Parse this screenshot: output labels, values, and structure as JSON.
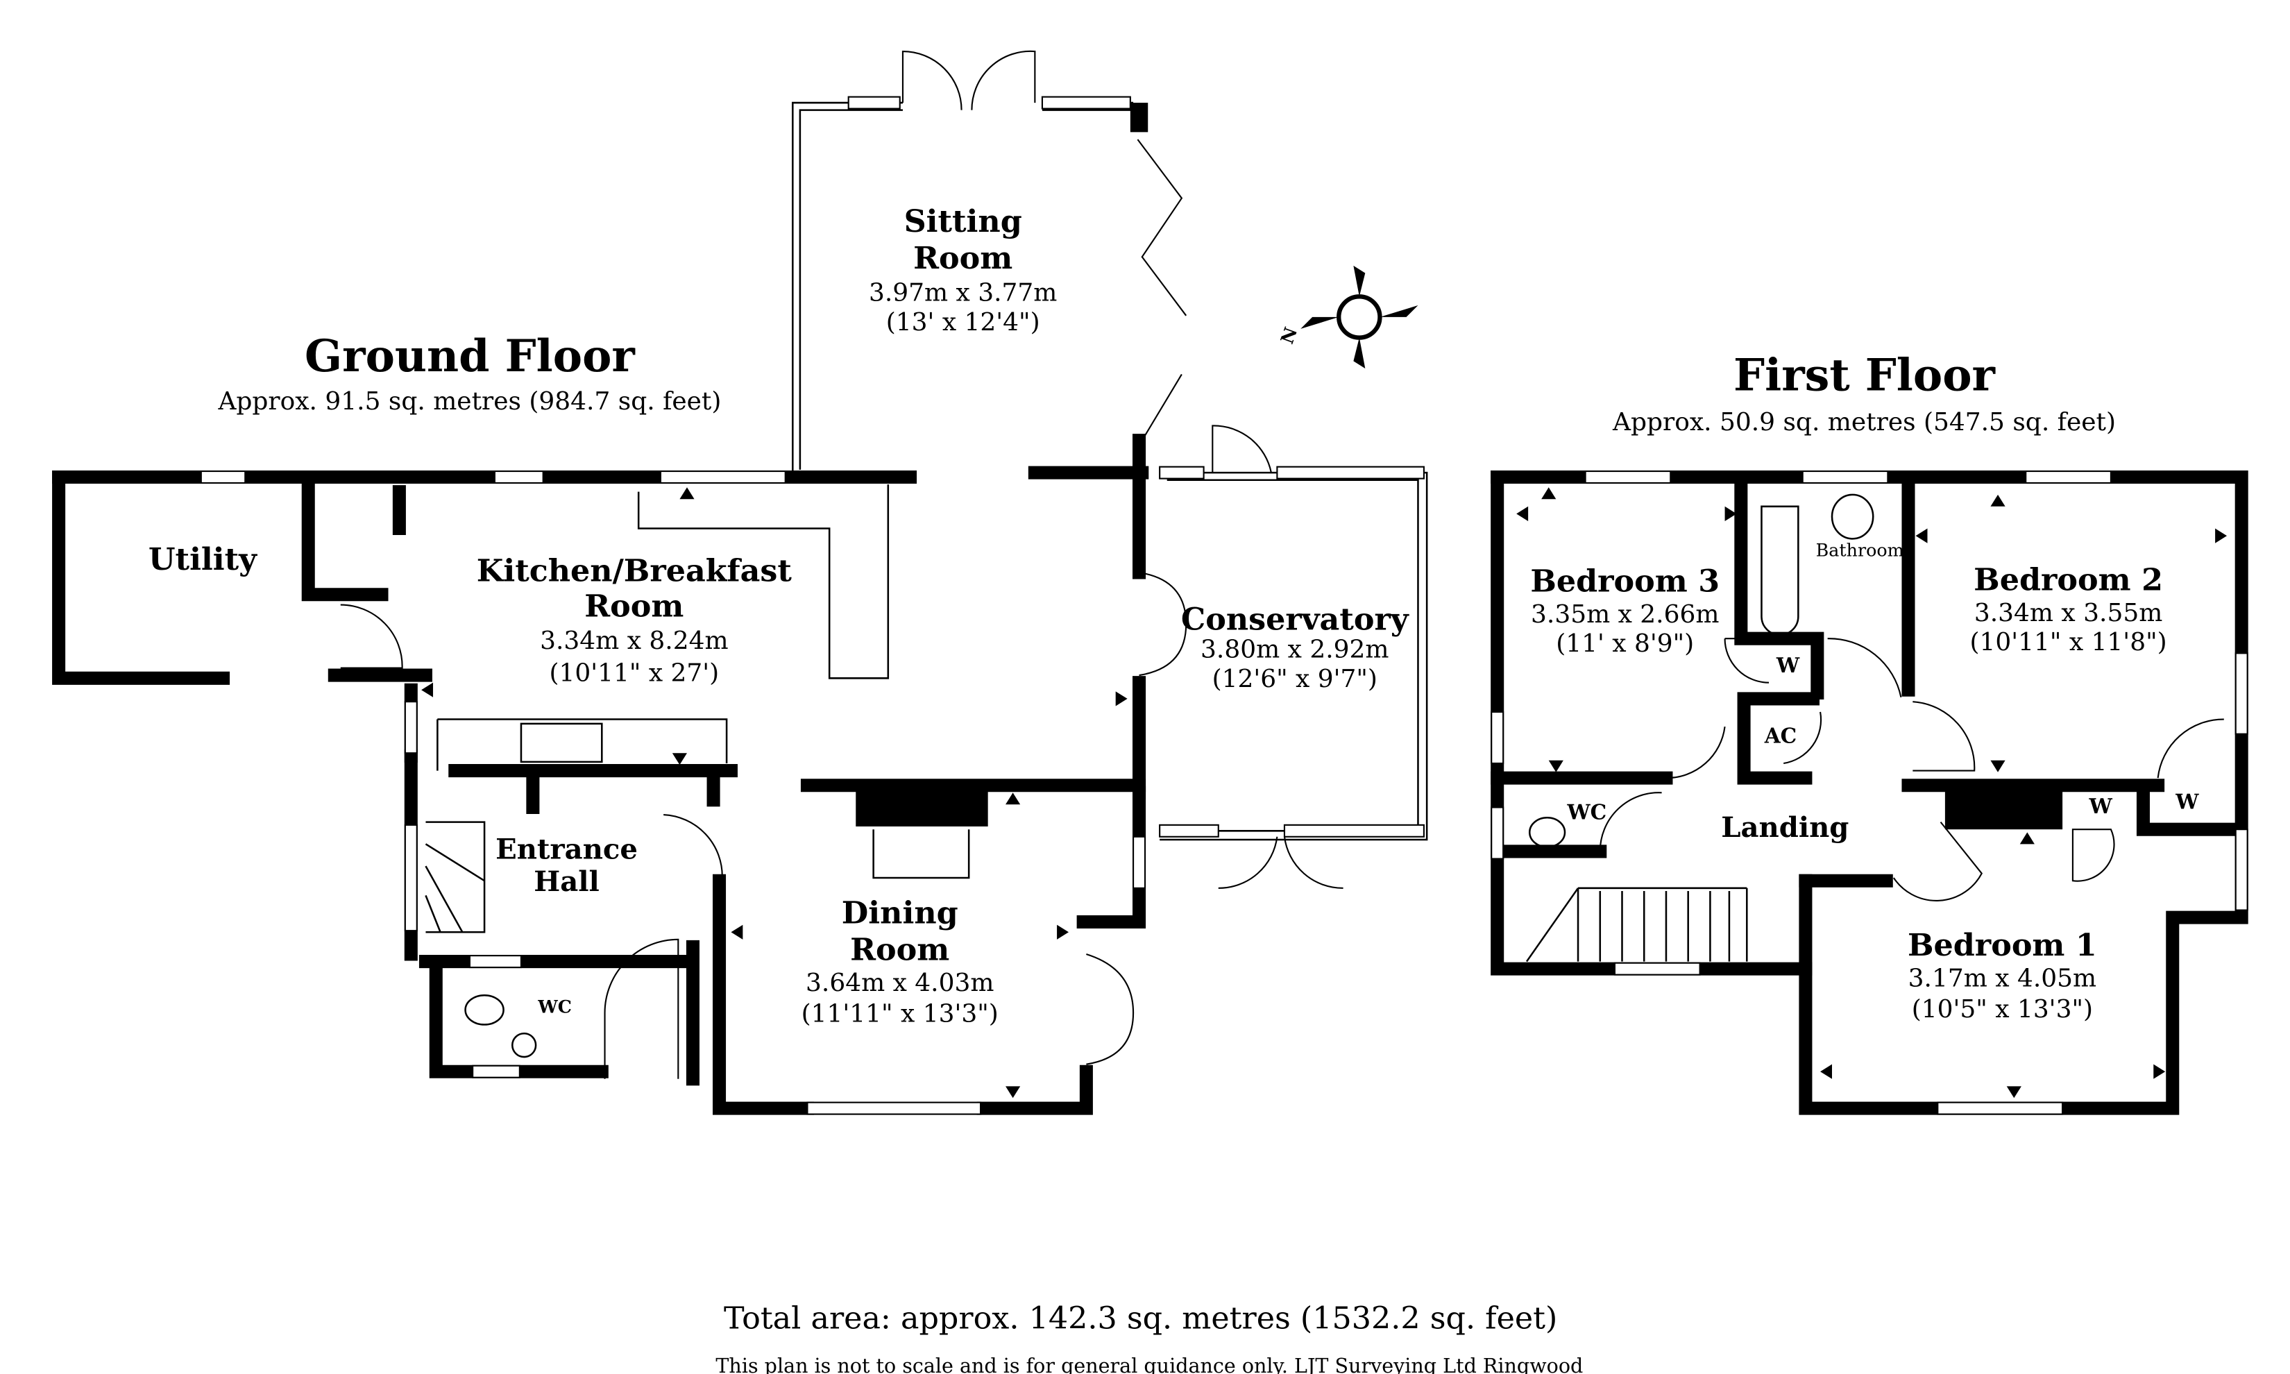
{
  "ground_floor": {
    "title": "Ground Floor",
    "area": "Approx. 91.5 sq. metres (984.7 sq. feet)",
    "rooms": {
      "sitting": {
        "line1": "Sitting",
        "line2": "Room",
        "metric": "3.97m x 3.77m",
        "imperial": "(13' x 12'4\")"
      },
      "kitchen": {
        "line1": "Kitchen/Breakfast",
        "line2": "Room",
        "metric": "3.34m x 8.24m",
        "imperial": "(10'11\" x 27')"
      },
      "utility": {
        "line1": "Utility"
      },
      "conservatory": {
        "line1": "Conservatory",
        "metric": "3.80m x 2.92m",
        "imperial": "(12'6\" x 9'7\")"
      },
      "entrance": {
        "line1": "Entrance",
        "line2": "Hall"
      },
      "wc": {
        "line1": "WC"
      },
      "dining": {
        "line1": "Dining",
        "line2": "Room",
        "metric": "3.64m x 4.03m",
        "imperial": "(11'11\" x 13'3\")"
      }
    }
  },
  "first_floor": {
    "title": "First Floor",
    "area": "Approx. 50.9 sq. metres (547.5 sq. feet)",
    "rooms": {
      "bedroom3": {
        "line1": "Bedroom 3",
        "metric": "3.35m x 2.66m",
        "imperial": "(11' x 8'9\")"
      },
      "bathroom": {
        "line1": "Bathroom"
      },
      "bedroom2": {
        "line1": "Bedroom 2",
        "metric": "3.34m x 3.55m",
        "imperial": "(10'11\" x 11'8\")"
      },
      "w1": {
        "line1": "W"
      },
      "ac": {
        "line1": "AC"
      },
      "wc": {
        "line1": "WC"
      },
      "landing": {
        "line1": "Landing"
      },
      "w2": {
        "line1": "W"
      },
      "w3": {
        "line1": "W"
      },
      "bedroom1": {
        "line1": "Bedroom 1",
        "metric": "3.17m x 4.05m",
        "imperial": "(10'5\" x 13'3\")"
      }
    }
  },
  "compass": {
    "label": "N"
  },
  "footer": {
    "total": "Total area: approx. 142.3 sq. metres (1532.2 sq. feet)",
    "disclaimer": "This plan is not to scale and is for general guidance only. LJT Surveying Ltd Ringwood"
  }
}
